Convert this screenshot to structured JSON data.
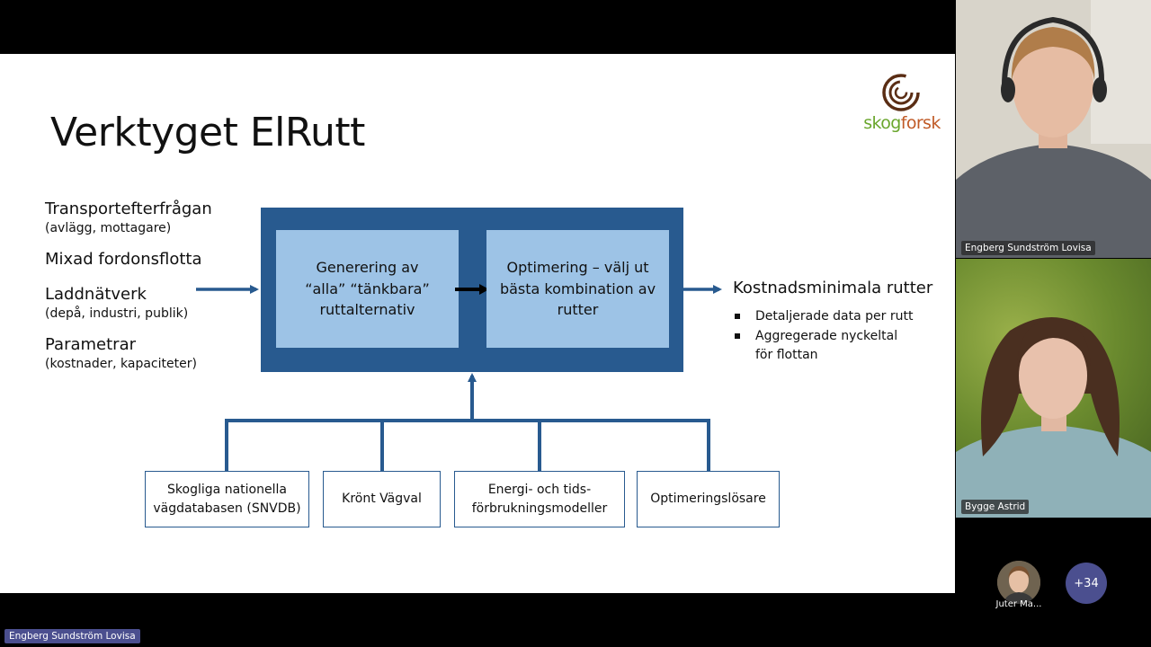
{
  "slide": {
    "title": "Verktyget ElRutt",
    "logo": {
      "part1": "skog",
      "part2": "forsk"
    },
    "inputs": [
      {
        "main": "Transportefterfrågan",
        "sub": "(avlägg, mottagare)"
      },
      {
        "main": "Mixad fordonsflotta",
        "sub": ""
      },
      {
        "main": "Laddnätverk",
        "sub": "(depå, industri, publik)"
      },
      {
        "main": "Parametrar",
        "sub": "(kostnader, kapaciteter)"
      }
    ],
    "process_boxes": [
      {
        "lines": [
          "Generering av",
          "“alla” “tänkbara”",
          "ruttalternativ"
        ]
      },
      {
        "lines": [
          "Optimering – välj ut",
          "bästa kombination av",
          "rutter"
        ]
      }
    ],
    "output": {
      "title": "Kostnadsminimala rutter",
      "bullets": [
        "Detaljerade data per rutt",
        "Aggregerade nyckeltal",
        "för flottan"
      ]
    },
    "sources": [
      {
        "lines": [
          "Skogliga nationella",
          "vägdatabasen (SNVDB)"
        ]
      },
      {
        "lines": [
          "Krönt Vägval"
        ]
      },
      {
        "lines": [
          "Energi- och tids-",
          "förbrukningsmodeller"
        ]
      },
      {
        "lines": [
          "Optimeringslösare"
        ]
      }
    ],
    "colors": {
      "box_dark": "#285a8f",
      "box_light": "#9dc3e6"
    }
  },
  "participants": {
    "tile1_name": "Engberg Sundström Lovisa",
    "tile2_name": "Bygge Astrid",
    "small_avatar_name": "Juter Ma...",
    "more_count": "+34",
    "bottom_name": "Engberg Sundström Lovisa"
  }
}
